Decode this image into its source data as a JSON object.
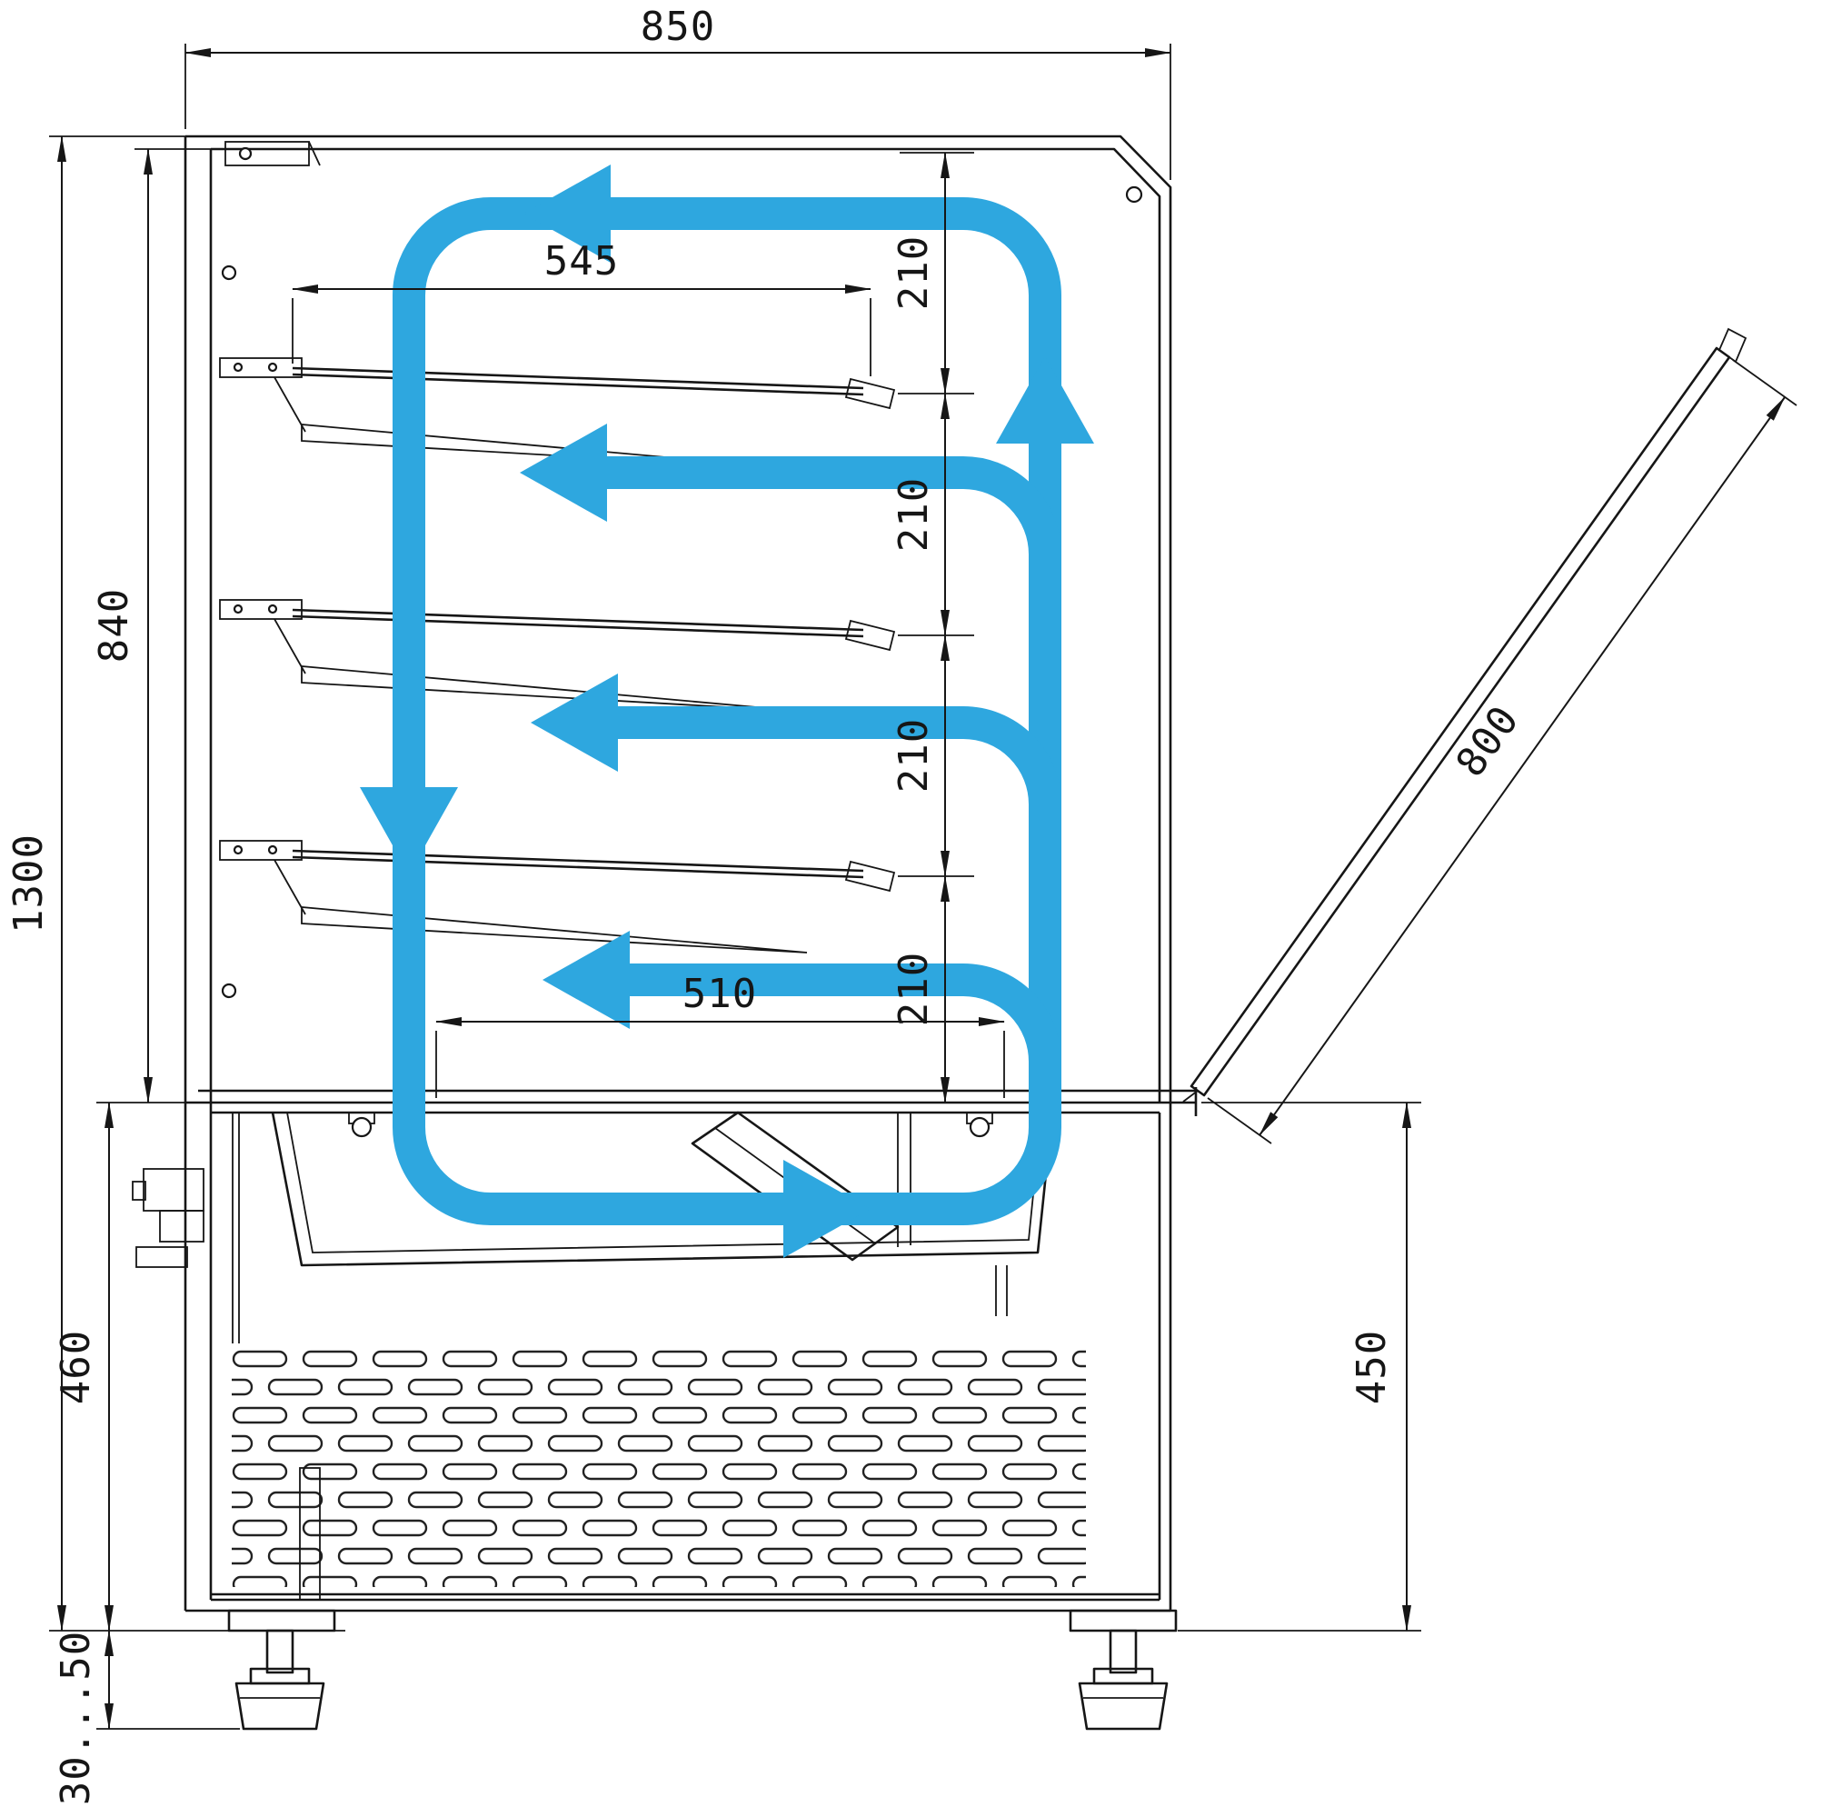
{
  "diagram": {
    "type": "technical-drawing",
    "subject": "refrigerated-confectionery-display-case-side-section-with-airflow",
    "colors": {
      "line": "#161616",
      "airflow": "#2ea7df",
      "background": "#ffffff"
    },
    "dimensions": {
      "overall_width": "850",
      "overall_height": "1300",
      "display_section_height": "840",
      "base_section_height": "460",
      "foot_adjustment_range": "30...50",
      "upper_shelf_depth": "545",
      "lower_shelf_depth": "510",
      "shelf_spacing_1": "210",
      "shelf_spacing_2": "210",
      "shelf_spacing_3": "210",
      "shelf_spacing_4": "210",
      "glass_lid_length": "800",
      "base_rear_height": "450"
    }
  }
}
